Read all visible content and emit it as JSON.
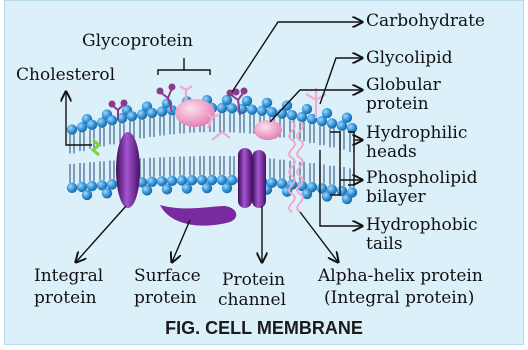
{
  "labels": {
    "carbohydrate": "Carbohydrate",
    "glycoprotein": "Glycoprotein",
    "glycolipid": "Glycolipid",
    "globular": "Globular",
    "protein": "protein",
    "cholesterol": "Cholesterol",
    "hydrophilic": "Hydrophilic",
    "heads": "heads",
    "phospholipid": "Phospholipid",
    "bilayer": "bilayer",
    "hydrophobic": "Hydrophobic",
    "tails": "tails",
    "integral": "Integral",
    "integral_protein": "protein",
    "surface": "Surface",
    "surface_protein": "protein",
    "protein_word": "Protein",
    "channel": "channel",
    "alpha_helix": "Alpha-helix protein",
    "integral_paren": "(Integral protein)"
  },
  "caption": "FIG. CELL MEMBRANE",
  "colors": {
    "background": "#dcf0fa",
    "heads": "#2f8fd4",
    "tails": "#5a7fa6",
    "integral_protein": "#6a1f8c",
    "globular_protein": "#f0a0c8",
    "carbohydrate_chain": "#8a3c8c",
    "glycolipid_chain": "#f2a9cf",
    "cholesterol": "#7bd43b"
  }
}
